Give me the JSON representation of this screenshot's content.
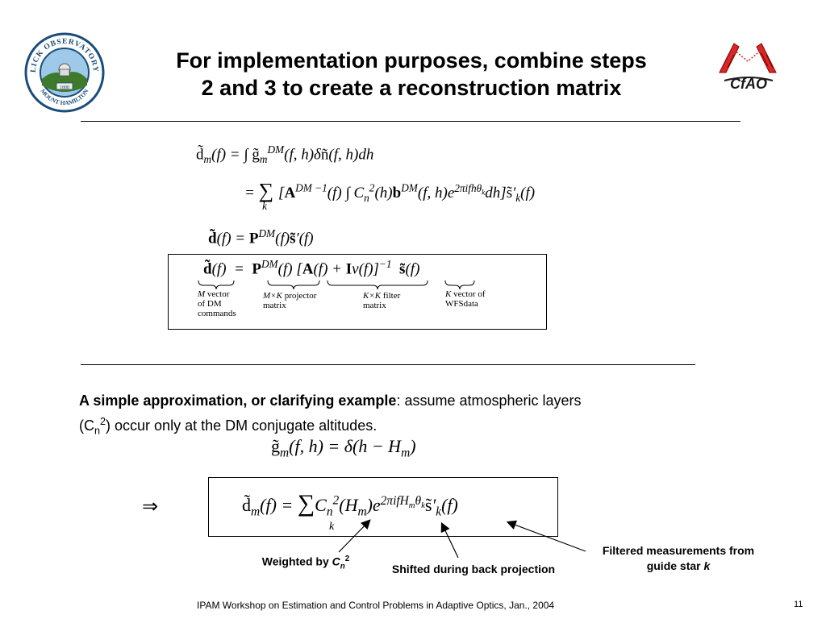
{
  "slide": {
    "title_line1": "For implementation purposes, combine steps",
    "title_line2": "2 and 3 to create a reconstruction matrix",
    "logo_left": {
      "top_text": "LICK OBSERVATORY",
      "bottom_text": "MOUNT HAMILTON",
      "year": "1888"
    },
    "logo_right": {
      "text": "CfAO"
    },
    "labels": {
      "m_vector": [
        "M",
        "vector",
        "of  DM",
        "commands"
      ],
      "projector": [
        "M×K",
        "projector",
        "matrix"
      ],
      "filter": [
        "K×K",
        "filter",
        "matrix"
      ],
      "wfs": [
        "K",
        "vector of",
        "WFSdata"
      ]
    },
    "approx": {
      "bold": "A simple approximation, or clarifying example",
      "rest": ": assume atmospheric layers",
      "line2_pre": "(C",
      "line2_sub": "n",
      "line2_sup": "2",
      "line2_post": ") occur only at the DM conjugate altitudes."
    },
    "callouts": {
      "weighted": "Weighted by ",
      "weighted_var": "C",
      "weighted_sub": "n",
      "weighted_sup": "2",
      "shifted": "Shifted during back projection",
      "filtered_line1": "Filtered measurements from",
      "filtered_line2": "guide star ",
      "filtered_var": "k"
    },
    "implies": "⇒",
    "footer": "IPAM Workshop on Estimation and Control Problems in Adaptive Optics, Jan., 2004",
    "page_number": "11"
  }
}
